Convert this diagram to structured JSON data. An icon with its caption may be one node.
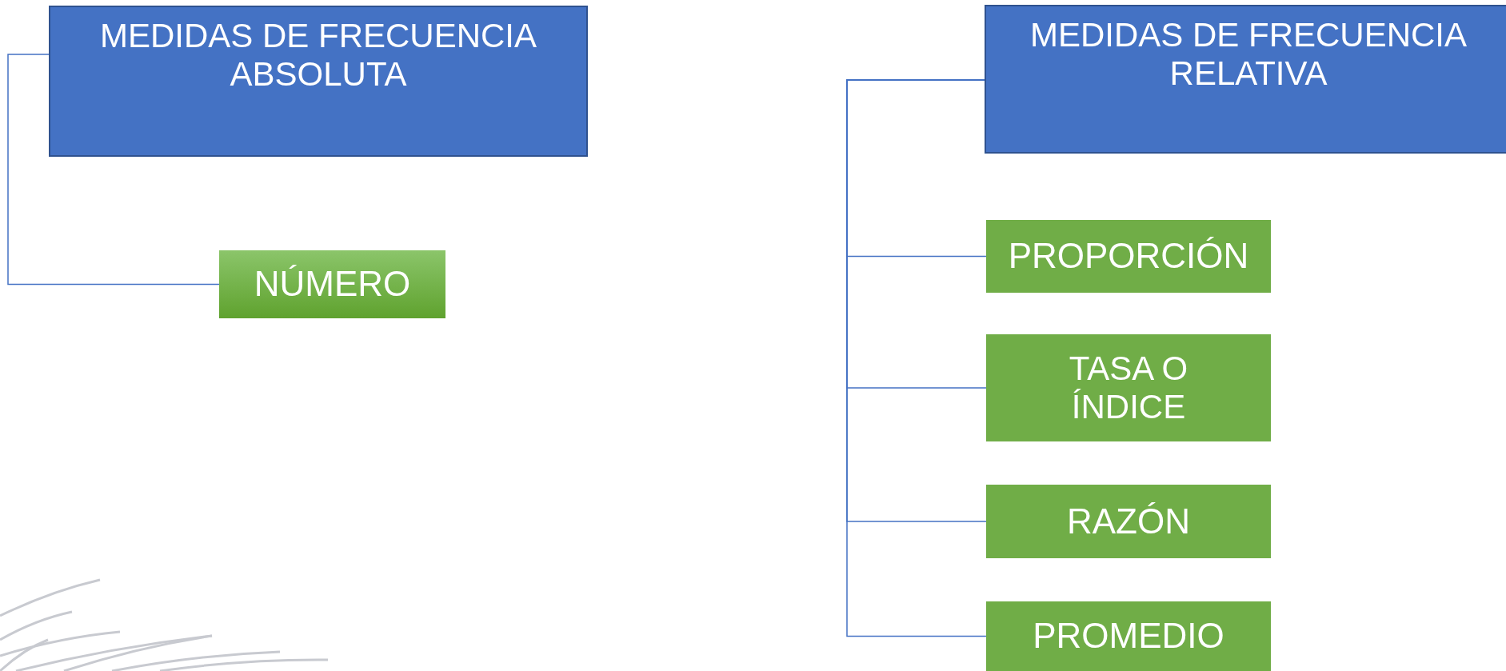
{
  "diagram": {
    "nodes": [
      {
        "text": [
          "MEDIDAS DE FRECUENCIA ABSOLUTA"
        ]
      },
      {
        "text": [
          "NÚMERO"
        ]
      },
      {
        "text": [
          "MEDIDAS DE FRECUENCIA RELATIVA"
        ]
      },
      {
        "text": [
          "PROPORCIÓN"
        ]
      },
      {
        "text": [
          "TASA O ÍNDICE"
        ]
      },
      {
        "text": [
          "RAZÓN"
        ]
      },
      {
        "text": [
          "PROMEDIO"
        ]
      }
    ],
    "edges": [
      {
        "from": 0,
        "to": 1,
        "arrow": "none"
      },
      {
        "from": 2,
        "to": 3,
        "arrow": "none"
      },
      {
        "from": 2,
        "to": 4,
        "arrow": "none"
      },
      {
        "from": 2,
        "to": 5,
        "arrow": "none"
      },
      {
        "from": 2,
        "to": 6,
        "arrow": "none"
      }
    ]
  }
}
